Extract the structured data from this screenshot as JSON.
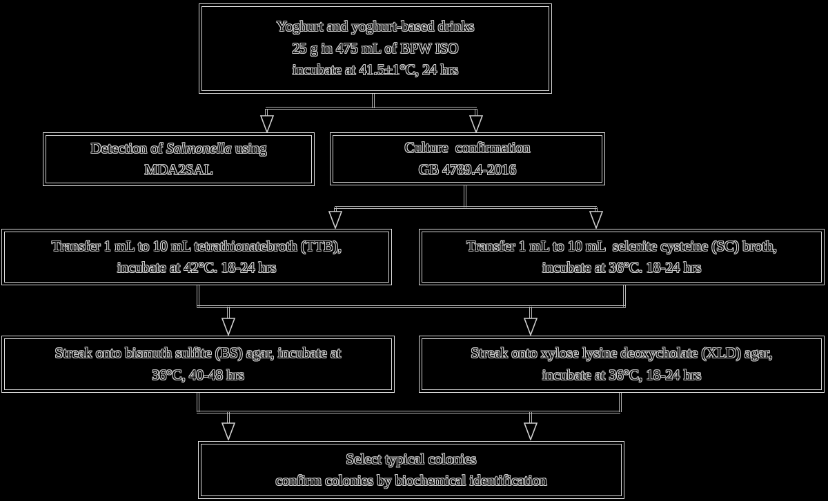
{
  "flowchart": {
    "nodes": {
      "sample": {
        "text": "Yoghurt and yoghurt-based drinks\n25 g in 475 mL of BPW ISO\nincubate at 41.5±1°C, 24 hrs"
      },
      "mda": {
        "prefix": "Detection of ",
        "italic": "Salmonella",
        "suffix": " using\nMDA2SAL"
      },
      "culture": {
        "text": "Culture  confirmation\nGB 4789.4-2016"
      },
      "ttb": {
        "text": "Transfer 1 mL to 10 mL tetrathionatebroth (TTB),\nincubate at 42°C. 18-24 hrs"
      },
      "sc": {
        "text": "Transfer 1 mL to 10 mL  selenite cysteine (SC) broth,\nincubate at 36°C. 18-24 hrs"
      },
      "bs": {
        "text": "Streak onto bismuth sulfite (BS) agar, incubate at\n36°C, 40-48 hrs"
      },
      "xld": {
        "text": "Streak onto xylose lysine deoxycholate (XLD) agar,\nincubate at 36°C, 18-24 hrs"
      },
      "select": {
        "text": "Select typical colonies\nconfirm colonies by biochemical identification"
      }
    },
    "colors": {
      "background": "#000000",
      "box_border": "#dedede",
      "connector_line": "#b9b9b9",
      "text_outline": "#cfcfcf",
      "text_fill": "#000000"
    }
  }
}
